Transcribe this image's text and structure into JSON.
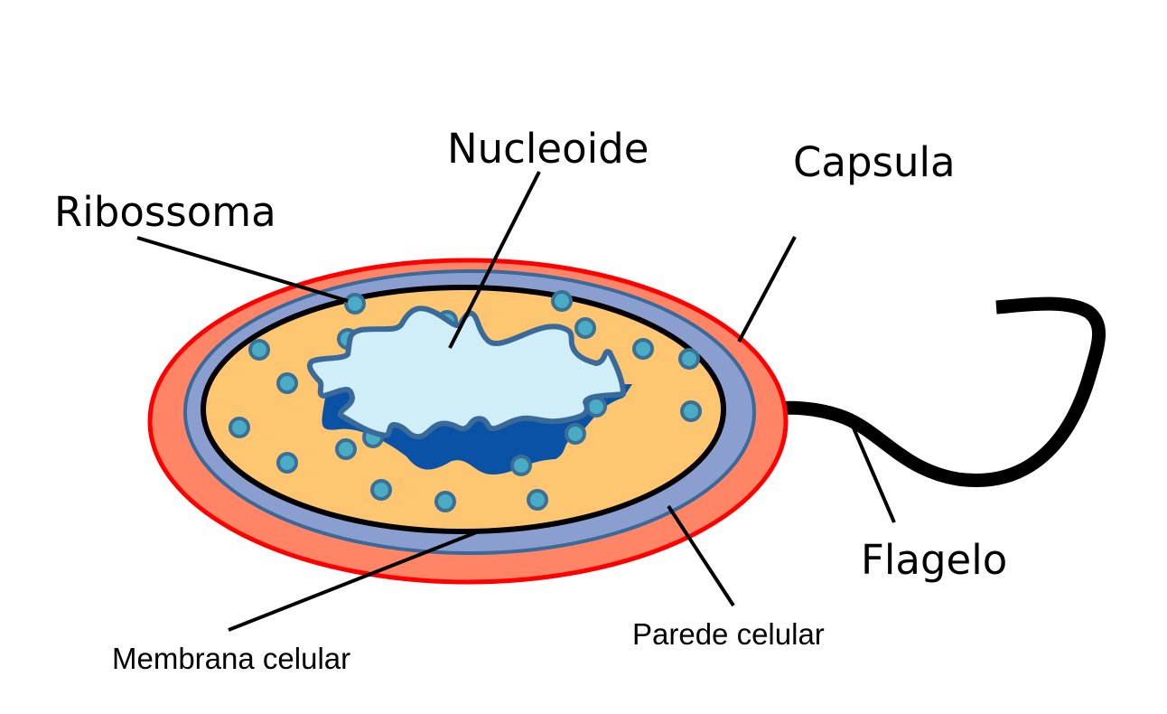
{
  "labels": {
    "nucleoid": "Nucleoide",
    "capsule": "Capsula",
    "ribosome": "Ribossoma",
    "flagellum": "Flagelo",
    "cell_wall": "Parede celular",
    "cell_membrane": "Membrana celular"
  },
  "colors": {
    "capsule_fill": "#ff8566",
    "capsule_stroke": "#ff0000",
    "wall_fill": "#8a9fd0",
    "wall_stroke": "#3a6a99",
    "cytoplasm": "#ffc672",
    "nucleoid_light": "#cfeef8",
    "nucleoid_dark": "#0a52a5",
    "ribosome_fill": "#4aabc4",
    "ribosome_stroke": "#3a6f96"
  }
}
